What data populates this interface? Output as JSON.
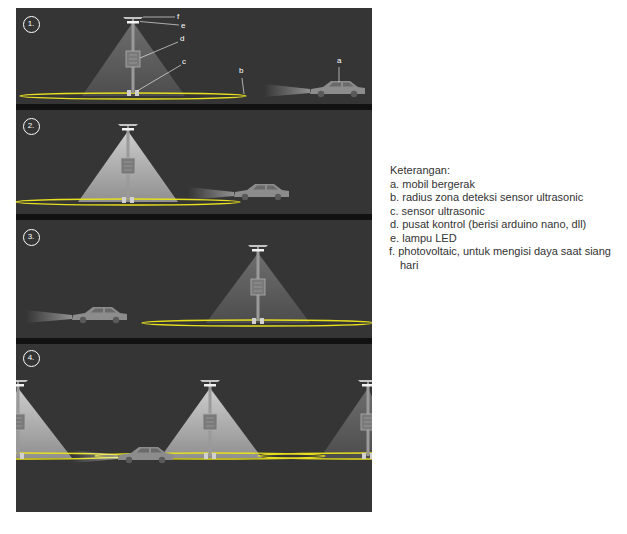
{
  "diagram": {
    "nodes": [
      {
        "text": [
          "1."
        ]
      },
      {
        "text": [
          "2."
        ]
      },
      {
        "text": [
          "3."
        ]
      },
      {
        "text": [
          "4."
        ]
      }
    ],
    "labels": [
      "f",
      "e",
      "d",
      "c",
      "b",
      "a",
      "Keterangan:",
      "a. mobil bergerak",
      "b. radius zona deteksi sensor ultrasonic",
      "c. sensor ultrasonic",
      "d. pusat kontrol (berisi arduino nano, dll)",
      "e. lampu LED",
      "f. photovoltaic, untuk mengisi daya saat siang hari"
    ]
  }
}
